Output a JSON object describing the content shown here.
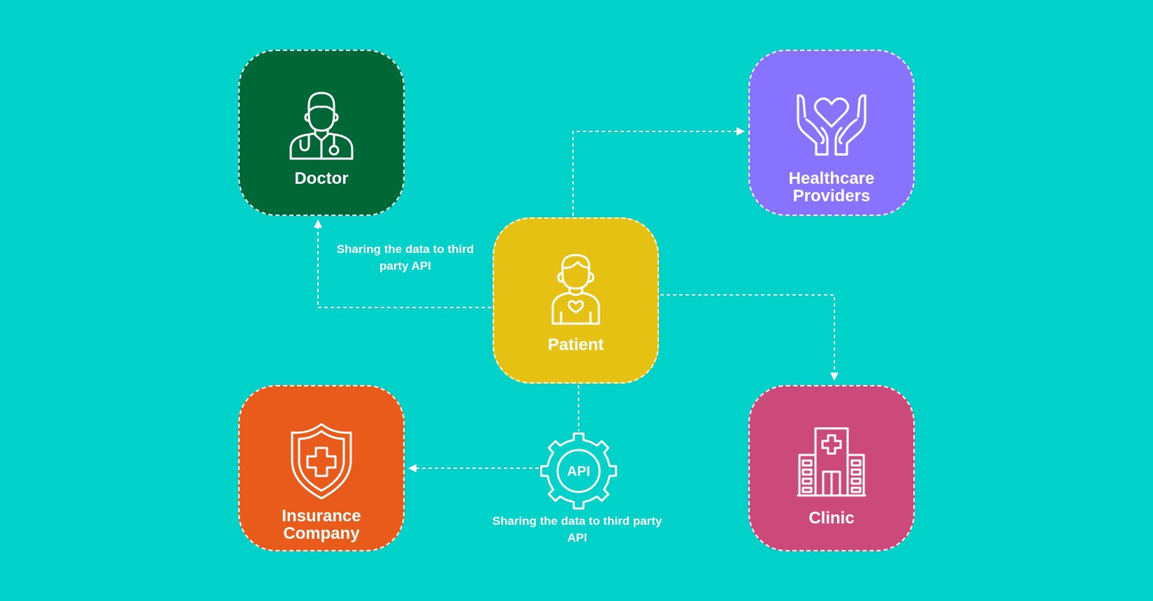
{
  "colors": {
    "background": "#00d1c9",
    "doctor": "#006837",
    "healthcare": "#8873ff",
    "patient": "#e5c114",
    "insurance": "#e85b1b",
    "clinic": "#cc4a79",
    "line": "#ffffff"
  },
  "nodes": {
    "doctor": {
      "label": "Doctor",
      "icon": "doctor-icon"
    },
    "healthcare": {
      "label": "Healthcare\nProviders",
      "icon": "heart-hands-icon"
    },
    "patient": {
      "label": "Patient",
      "icon": "patient-icon"
    },
    "insurance": {
      "label": "Insurance\nCompany",
      "icon": "shield-cross-icon"
    },
    "clinic": {
      "label": "Clinic",
      "icon": "hospital-building-icon"
    }
  },
  "api": {
    "label": "API",
    "icon": "gear-icon"
  },
  "captions": {
    "top": "Sharing the data to third party API",
    "bottom": "Sharing the data to third party API"
  }
}
